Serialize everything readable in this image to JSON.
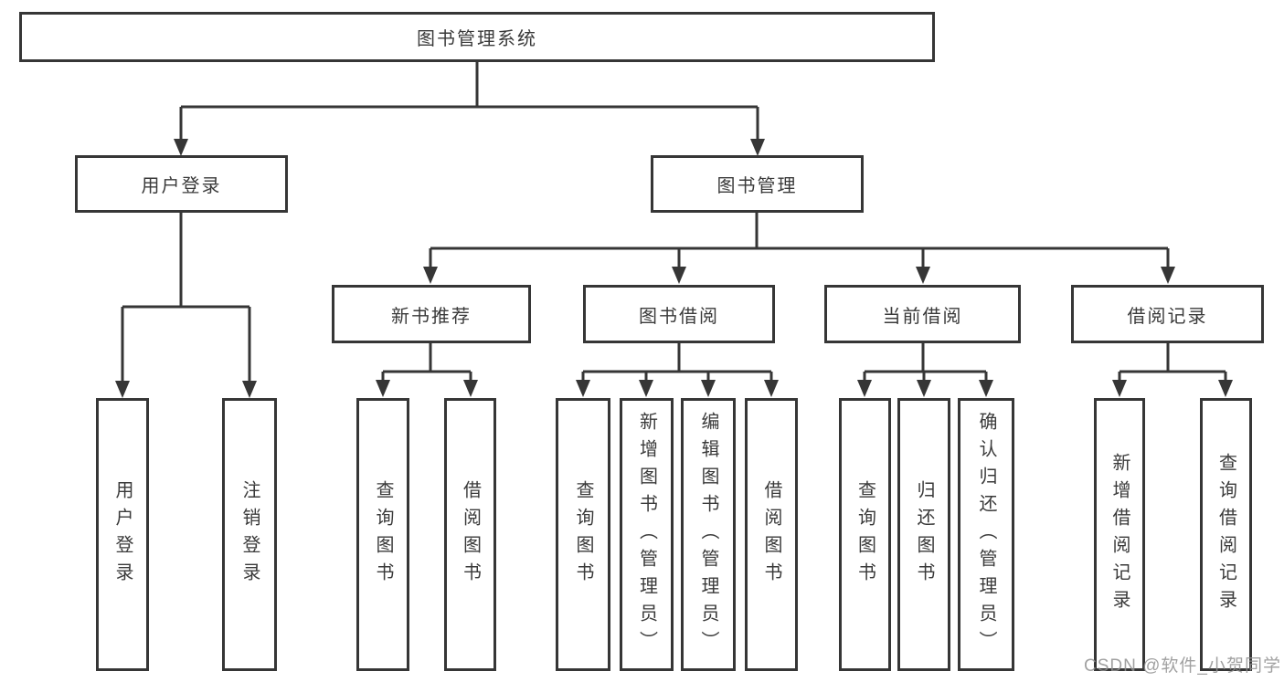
{
  "diagram": {
    "root": {
      "label": "图书管理系统"
    },
    "branches": [
      {
        "label": "用户登录",
        "children": [
          {
            "label": "用户登录"
          },
          {
            "label": "注销登录"
          }
        ]
      },
      {
        "label": "图书管理",
        "children": [
          {
            "label": "新书推荐",
            "children": [
              {
                "label": "查询图书"
              },
              {
                "label": "借阅图书"
              }
            ]
          },
          {
            "label": "图书借阅",
            "children": [
              {
                "label": "查询图书"
              },
              {
                "label": "新增图书（管理员）"
              },
              {
                "label": "编辑图书（管理员）"
              },
              {
                "label": "借阅图书"
              }
            ]
          },
          {
            "label": "当前借阅",
            "children": [
              {
                "label": "查询图书"
              },
              {
                "label": "归还图书"
              },
              {
                "label": "确认归还（管理员）"
              }
            ]
          },
          {
            "label": "借阅记录",
            "children": [
              {
                "label": "新增借阅记录"
              },
              {
                "label": "查询借阅记录"
              }
            ]
          }
        ]
      }
    ]
  },
  "watermark": {
    "text": "CSDN @软件_小贺同学"
  },
  "colors": {
    "line": "#363636",
    "box_border": "#363636",
    "text": "#3a3a3a",
    "watermark": "#919191",
    "background": "#ffffff"
  }
}
